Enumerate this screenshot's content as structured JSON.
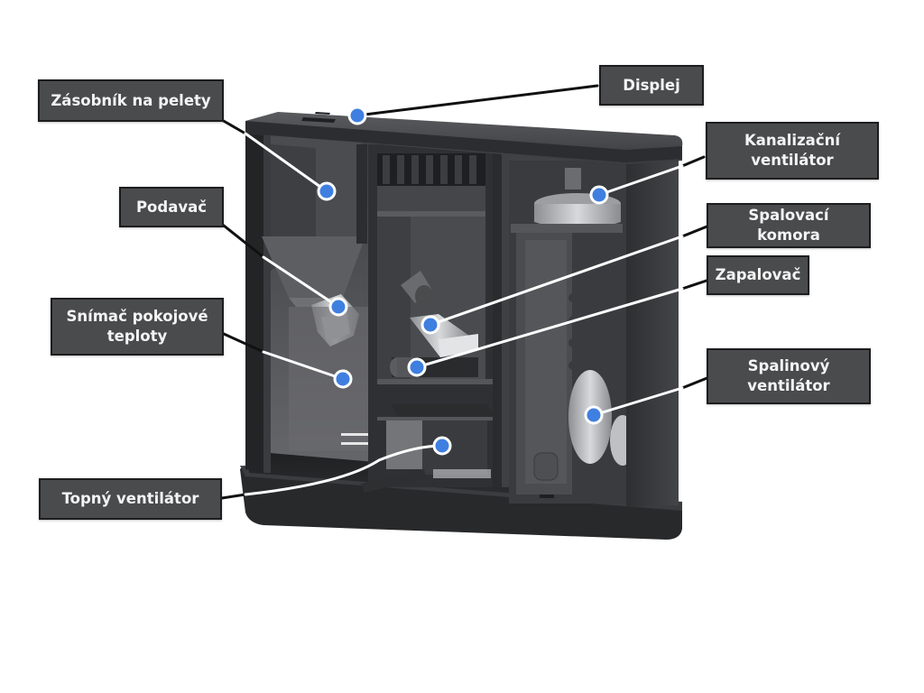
{
  "diagram": {
    "subject": "pellet stove cutaway",
    "marker_color": "#3f7fe0",
    "leader_color_outside": "#111111",
    "leader_color_inside": "#ffffff"
  },
  "labels": {
    "zasobnik": {
      "lines": [
        "Zásobník na pelety"
      ]
    },
    "displej": {
      "lines": [
        "Displej"
      ]
    },
    "kanalizacni": {
      "lines": [
        "Kanalizační",
        "ventilátor"
      ]
    },
    "podavac": {
      "lines": [
        "Podavač"
      ]
    },
    "spalovaci": {
      "lines": [
        "Spalovací komora"
      ]
    },
    "zapalovac": {
      "lines": [
        "Zapalovač"
      ]
    },
    "snimac": {
      "lines": [
        "Snímač pokojové",
        "teploty"
      ]
    },
    "spalinovy": {
      "lines": [
        "Spalinový",
        "ventilátor"
      ]
    },
    "topny": {
      "lines": [
        "Topný ventilátor"
      ]
    }
  }
}
